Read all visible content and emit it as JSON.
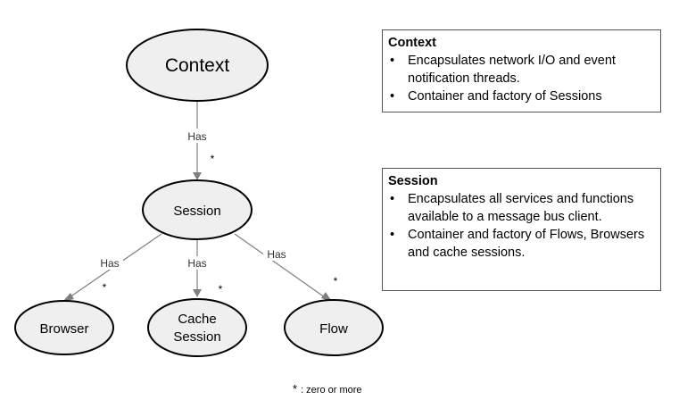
{
  "nodes": {
    "context": "Context",
    "session": "Session",
    "browser": "Browser",
    "cache_session": [
      "Cache",
      "Session"
    ],
    "flow": "Flow"
  },
  "edges": {
    "context_session": "Has",
    "session_browser": "Has",
    "session_cache": "Has",
    "session_flow": "Has"
  },
  "multiplicity_symbol": "*",
  "boxes": {
    "context": {
      "title": "Context",
      "bullets": [
        "Encapsulates network I/O and event notification threads.",
        "Container and factory of Sessions"
      ]
    },
    "session": {
      "title": "Session",
      "bullets": [
        "Encapsulates all services and functions available to a message bus client.",
        "Container and factory of Flows, Browsers and cache sessions."
      ]
    }
  },
  "legend": {
    "symbol": "*",
    "text": ": zero or more"
  }
}
